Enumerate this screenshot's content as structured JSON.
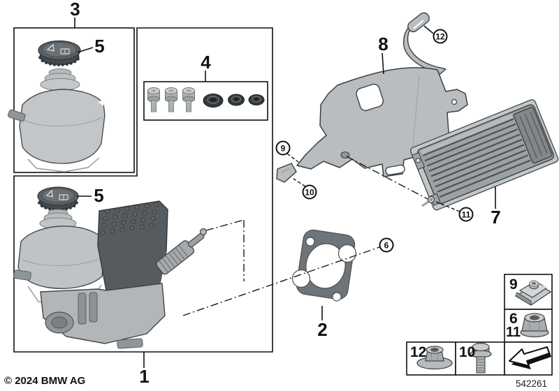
{
  "callouts": {
    "part1": "1",
    "part2": "2",
    "part3": "3",
    "part4": "4",
    "part5_upper": "5",
    "part5_lower": "5",
    "part6": "6",
    "part7": "7",
    "part8": "8",
    "part9": "9",
    "part10": "10",
    "part11": "11",
    "part12": "12"
  },
  "legend": {
    "clip_nut_label": "9",
    "flange_nut_label_a": "6",
    "flange_nut_label_b": "11",
    "washer_nut_label": "12",
    "bolt_label": "10",
    "icons": [
      "clip-nut-icon",
      "flange-nut-icon",
      "washer-nut-icon",
      "flange-bolt-icon",
      "direction-arrow-icon"
    ]
  },
  "footer": {
    "copyright": "© 2024 BMW AG",
    "diagram_number": "542261"
  },
  "colors": {
    "line": "#111111",
    "metal_light": "#c6cacc",
    "metal_mid": "#9ba0a3",
    "dark_part": "#53585c",
    "gasket": "#6e7478"
  }
}
